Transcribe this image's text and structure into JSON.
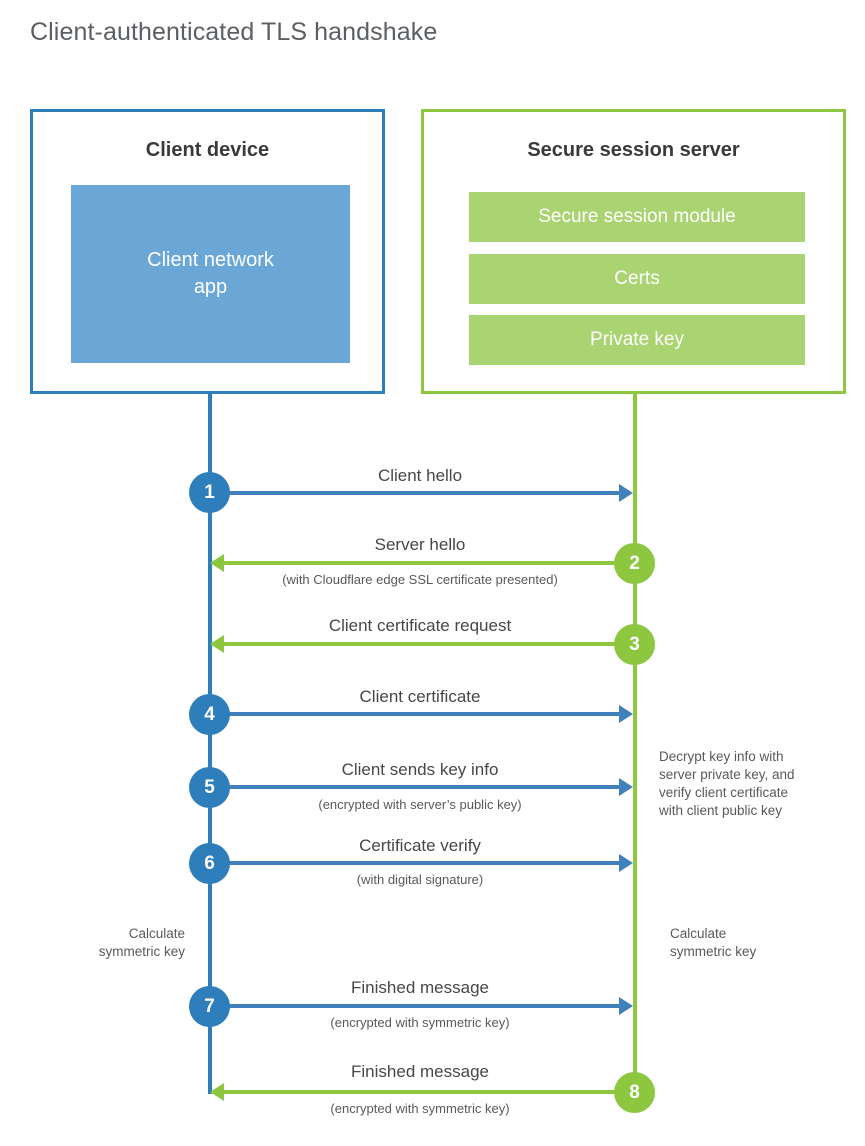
{
  "title": "Client-authenticated TLS handshake",
  "colors": {
    "blue_border": "#2e7ebb",
    "blue_fill": "#6aa7d6",
    "blue_line": "#3f80bd",
    "green_border": "#8dc63f",
    "green_fill": "#aad472",
    "green_line": "#8dc63f",
    "title_text": "#5b5f63",
    "body_text": "#464749",
    "background": "#ffffff"
  },
  "entities": {
    "client": {
      "title": "Client device",
      "app_label": "Client network\napp",
      "app_line1": "Client network",
      "app_line2": "app"
    },
    "server": {
      "title": "Secure session server",
      "components": [
        "Secure session module",
        "Certs",
        "Private key"
      ]
    }
  },
  "steps": [
    {
      "number": "1",
      "direction": "client-to-server",
      "color": "blue",
      "label": "Client hello",
      "sublabel": ""
    },
    {
      "number": "2",
      "direction": "server-to-client",
      "color": "green",
      "label": "Server hello",
      "sublabel": "(with Cloudflare edge SSL certificate presented)"
    },
    {
      "number": "3",
      "direction": "server-to-client",
      "color": "green",
      "label": "Client certificate request",
      "sublabel": ""
    },
    {
      "number": "4",
      "direction": "client-to-server",
      "color": "blue",
      "label": "Client certificate",
      "sublabel": ""
    },
    {
      "number": "5",
      "direction": "client-to-server",
      "color": "blue",
      "label": "Client sends key info",
      "sublabel": "(encrypted with server’s public key)"
    },
    {
      "number": "6",
      "direction": "client-to-server",
      "color": "blue",
      "label": "Certificate verify",
      "sublabel": "(with digital signature)"
    },
    {
      "number": "7",
      "direction": "client-to-server",
      "color": "blue",
      "label": "Finished message",
      "sublabel": "(encrypted with symmetric key)"
    },
    {
      "number": "8",
      "direction": "server-to-client",
      "color": "green",
      "label": "Finished message",
      "sublabel": "(encrypted with symmetric key)"
    }
  ],
  "annotations": {
    "server_decrypt": {
      "line1": "Decrypt key info with",
      "line2": "server private key, and",
      "line3": "verify client certificate",
      "line4": "with client public key"
    },
    "client_calculate": {
      "line1": "Calculate",
      "line2": "symmetric key"
    },
    "server_calculate": {
      "line1": "Calculate",
      "line2": "symmetric key"
    }
  }
}
